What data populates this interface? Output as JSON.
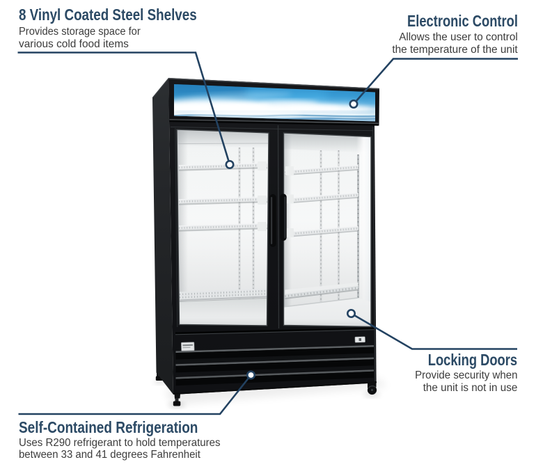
{
  "colors": {
    "accent_heading": "#2c4a65",
    "callout_line": "#234261",
    "body_text": "#3b3b3b",
    "cabinet_black": "#141518",
    "sign_blue": "#43a7dd"
  },
  "callouts": [
    {
      "id": "shelves",
      "title": "8 Vinyl Coated Steel Shelves",
      "lines": [
        "Provides storage space for",
        "various cold food items"
      ]
    },
    {
      "id": "electronic-control",
      "title": "Electronic Control",
      "lines": [
        "Allows the user to control",
        "the temperature of the unit"
      ]
    },
    {
      "id": "locking-doors",
      "title": "Locking Doors",
      "lines": [
        "Provide security when",
        "the unit is not in use"
      ]
    },
    {
      "id": "self-contained-refrigeration",
      "title": "Self-Contained Refrigeration",
      "lines": [
        "Uses R290 refrigerant to hold temperatures",
        "between 33 and 41 degrees Fahrenheit"
      ]
    }
  ]
}
